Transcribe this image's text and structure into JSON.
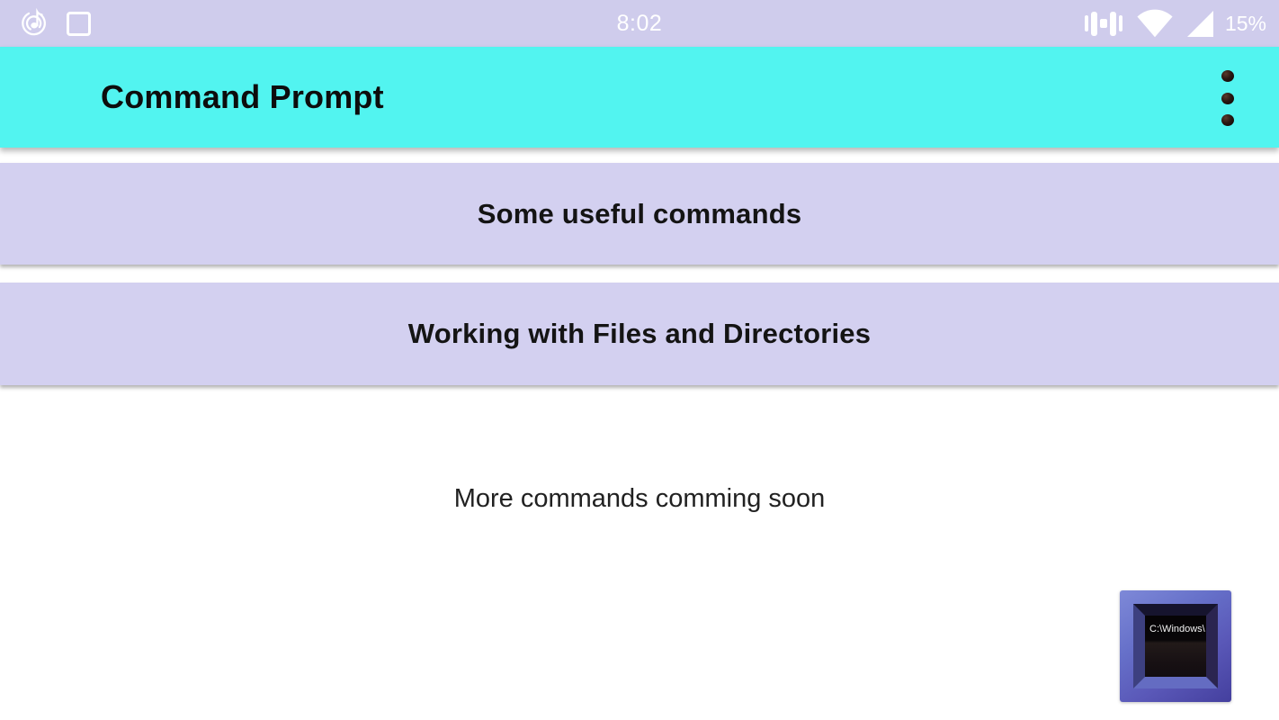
{
  "status_bar": {
    "time": "8:02",
    "battery_percent": "15%",
    "left_icons": [
      "music-notification-icon",
      "screenshot-notification-icon"
    ],
    "right_icons": [
      "vibrate-icon",
      "wifi-icon",
      "signal-icon"
    ]
  },
  "app_bar": {
    "title": "Command Prompt",
    "menu_icon": "overflow-dots-icon"
  },
  "menu_buttons": [
    {
      "label": "Some useful commands"
    },
    {
      "label": "Working with Files and Directories"
    }
  ],
  "footer_note": "More commands comming soon",
  "logo": {
    "screen_text": "C:\\Windows\\"
  },
  "colors": {
    "status_bar_bg": "#cfccec",
    "app_bar_bg": "#52f4f0",
    "button_bg": "#d3d0f0",
    "background": "#ffffff",
    "logo_frame_blue": "#5f63c0",
    "logo_screen_black": "#0b080a"
  }
}
